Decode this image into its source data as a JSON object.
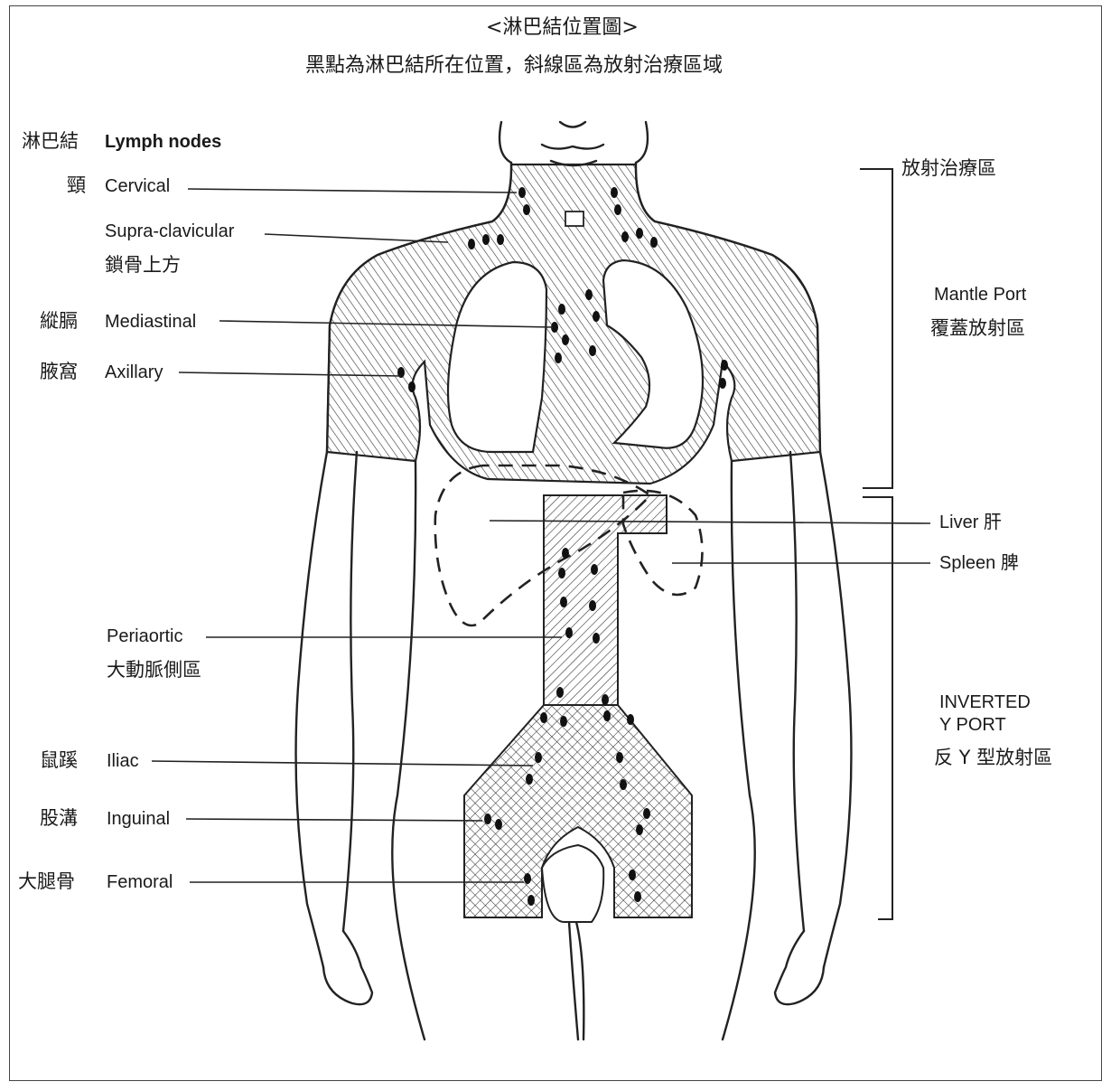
{
  "figure": {
    "title": "<淋巴結位置圖>",
    "subtitle": "黑點為淋巴結所在位置，斜線區為放射治療區域"
  },
  "header": {
    "zh": "淋巴結",
    "en": "Lymph nodes"
  },
  "left_labels": {
    "cervical": {
      "zh": "頸",
      "en": "Cervical"
    },
    "supraclavicular": {
      "en": "Supra-clavicular",
      "zh": "鎖骨上方"
    },
    "mediastinal": {
      "zh": "縱膈",
      "en": "Mediastinal"
    },
    "axillary": {
      "zh": "腋窩",
      "en": "Axillary"
    },
    "periaortic": {
      "en": "Periaortic",
      "zh": "大動脈側區"
    },
    "iliac": {
      "zh": "鼠蹊",
      "en": "Iliac"
    },
    "inguinal": {
      "zh": "股溝",
      "en": "Inguinal"
    },
    "femoral": {
      "zh": "大腿骨",
      "en": "Femoral"
    }
  },
  "right_labels": {
    "mantle_zh_top": "放射治療區",
    "mantle_en": "Mantle Port",
    "mantle_zh": "覆蓋放射區",
    "liver": "Liver  肝",
    "spleen": "Spleen  脾",
    "inverted_en_1": "INVERTED",
    "inverted_en_2": "Y PORT",
    "inverted_zh": "反 Y 型放射區"
  }
}
